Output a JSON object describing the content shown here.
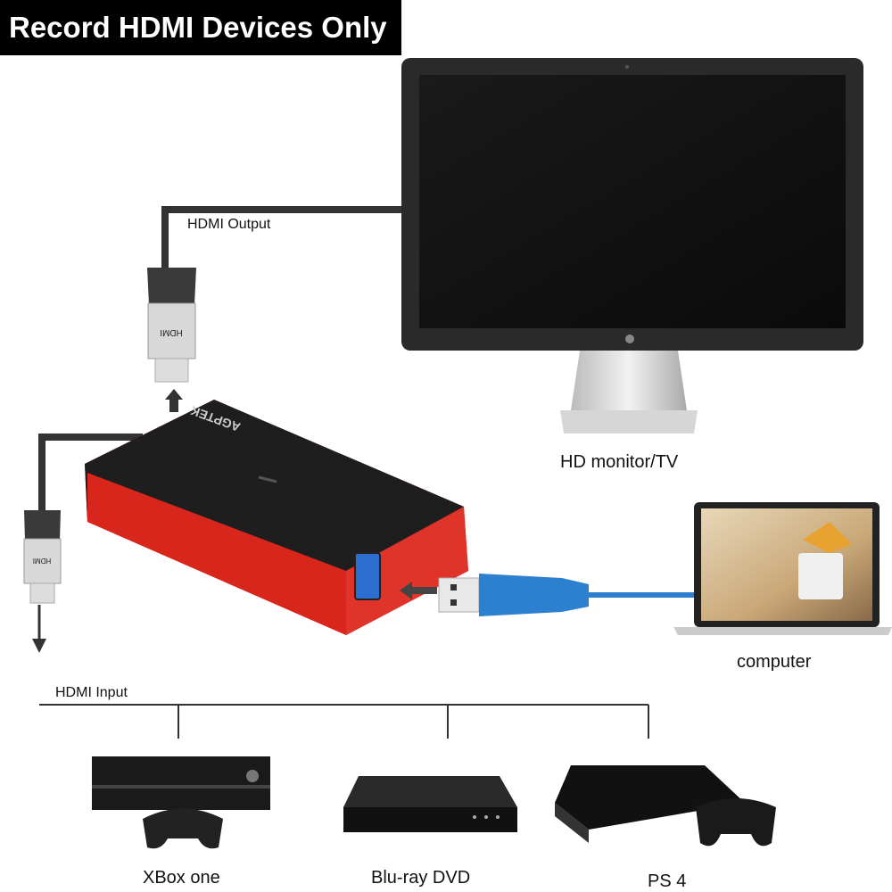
{
  "title": "Record HDMI Devices Only",
  "labels": {
    "hdmi_output": "HDMI Output",
    "hdmi_input": "HDMI Input",
    "monitor": "HD monitor/TV",
    "computer": "computer",
    "xbox": "XBox one",
    "bluray": "Blu-ray DVD",
    "ps4": "PS 4"
  },
  "device": {
    "brand": "AGPTEK",
    "connector_text": "HDMI"
  },
  "colors": {
    "capture_red": "#d8261c",
    "usb_blue": "#2d7fd0",
    "title_bg": "#000000"
  }
}
